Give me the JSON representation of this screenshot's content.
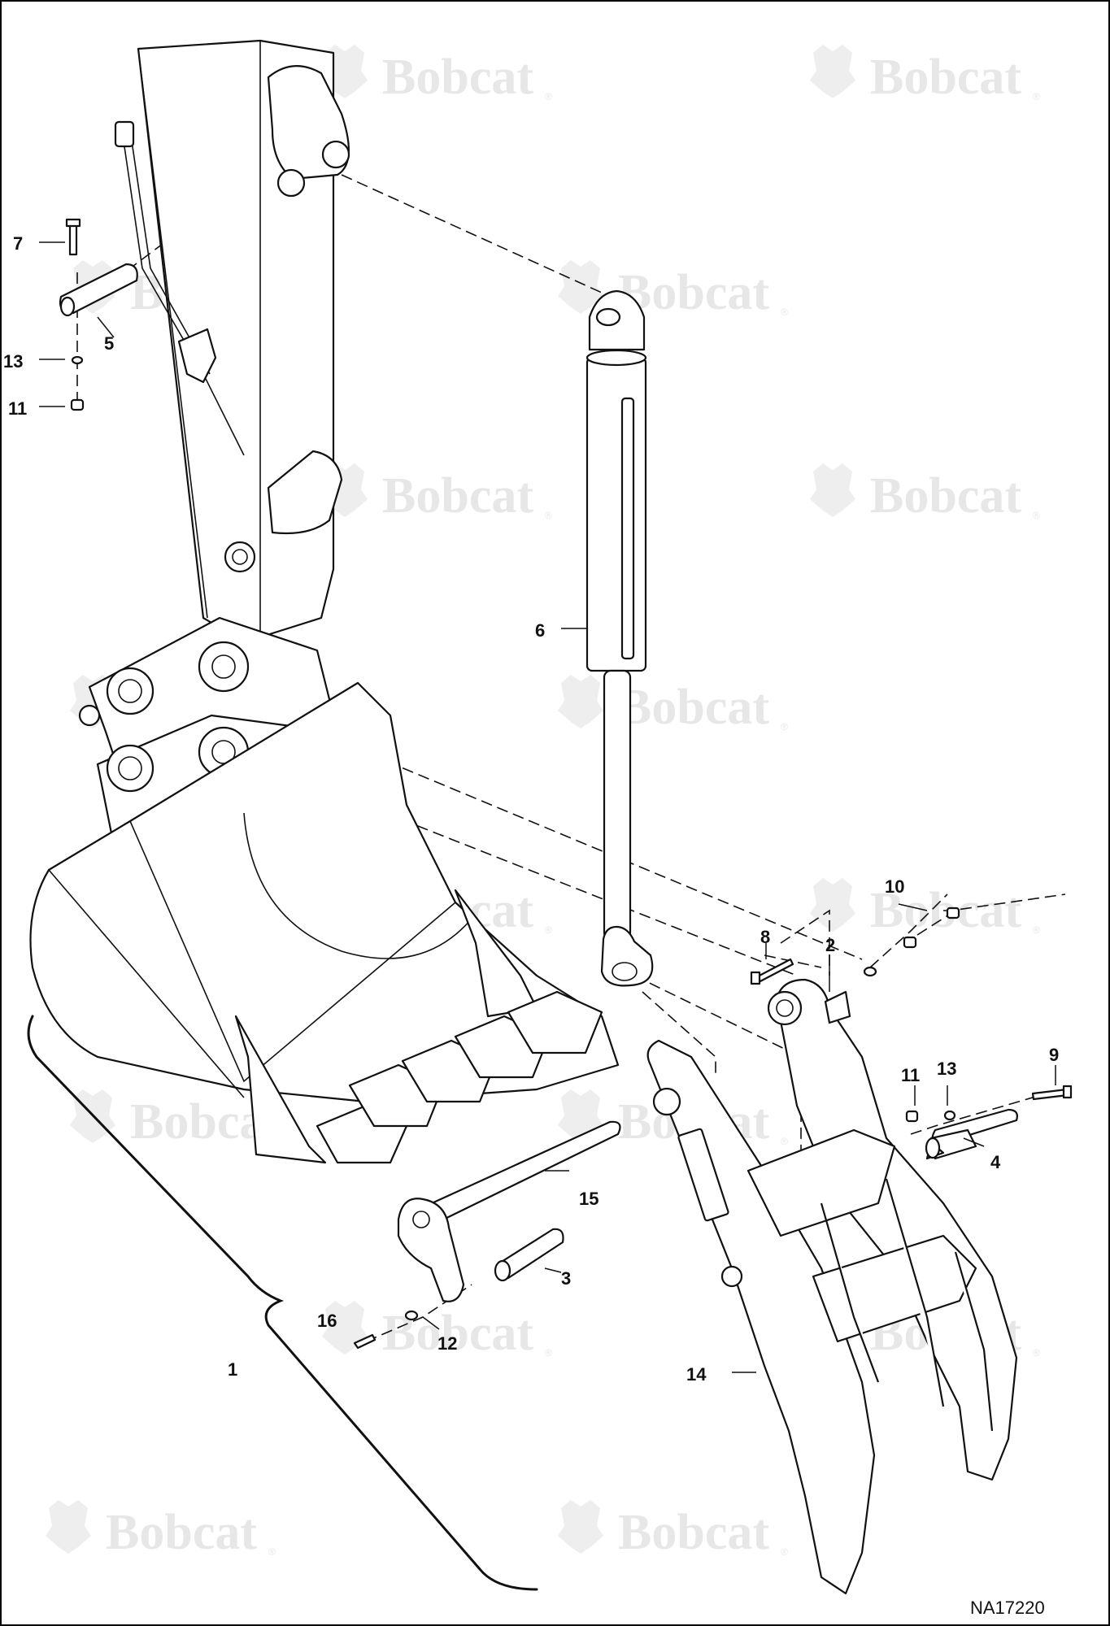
{
  "document_id": "NA17220",
  "watermark": {
    "brand": "Bobcat",
    "mark": "®",
    "icon": "bobcat-head-icon"
  },
  "decal_text": "Bobcat",
  "callouts": [
    {
      "id": "c1",
      "label": "1",
      "part": "bucket"
    },
    {
      "id": "c2",
      "label": "2",
      "part": "grapple-upper-pin"
    },
    {
      "id": "c3",
      "label": "3",
      "part": "grapple-lower-pin"
    },
    {
      "id": "c4",
      "label": "4",
      "part": "grapple-side-pin"
    },
    {
      "id": "c5",
      "label": "5",
      "part": "cylinder-pin"
    },
    {
      "id": "c6",
      "label": "6",
      "part": "grapple-cylinder"
    },
    {
      "id": "c7",
      "label": "7",
      "part": "bolt"
    },
    {
      "id": "c8",
      "label": "8",
      "part": "bolt"
    },
    {
      "id": "c9",
      "label": "9",
      "part": "bolt"
    },
    {
      "id": "c10",
      "label": "10",
      "part": "nut-washer"
    },
    {
      "id": "c11a",
      "label": "11",
      "part": "nut"
    },
    {
      "id": "c11b",
      "label": "11",
      "part": "nut"
    },
    {
      "id": "c12",
      "label": "12",
      "part": "washer"
    },
    {
      "id": "c13a",
      "label": "13",
      "part": "washer"
    },
    {
      "id": "c13b",
      "label": "13",
      "part": "washer"
    },
    {
      "id": "c14",
      "label": "14",
      "part": "grapple"
    },
    {
      "id": "c15",
      "label": "15",
      "part": "mounting-pin-link"
    },
    {
      "id": "c16",
      "label": "16",
      "part": "bolt"
    }
  ]
}
